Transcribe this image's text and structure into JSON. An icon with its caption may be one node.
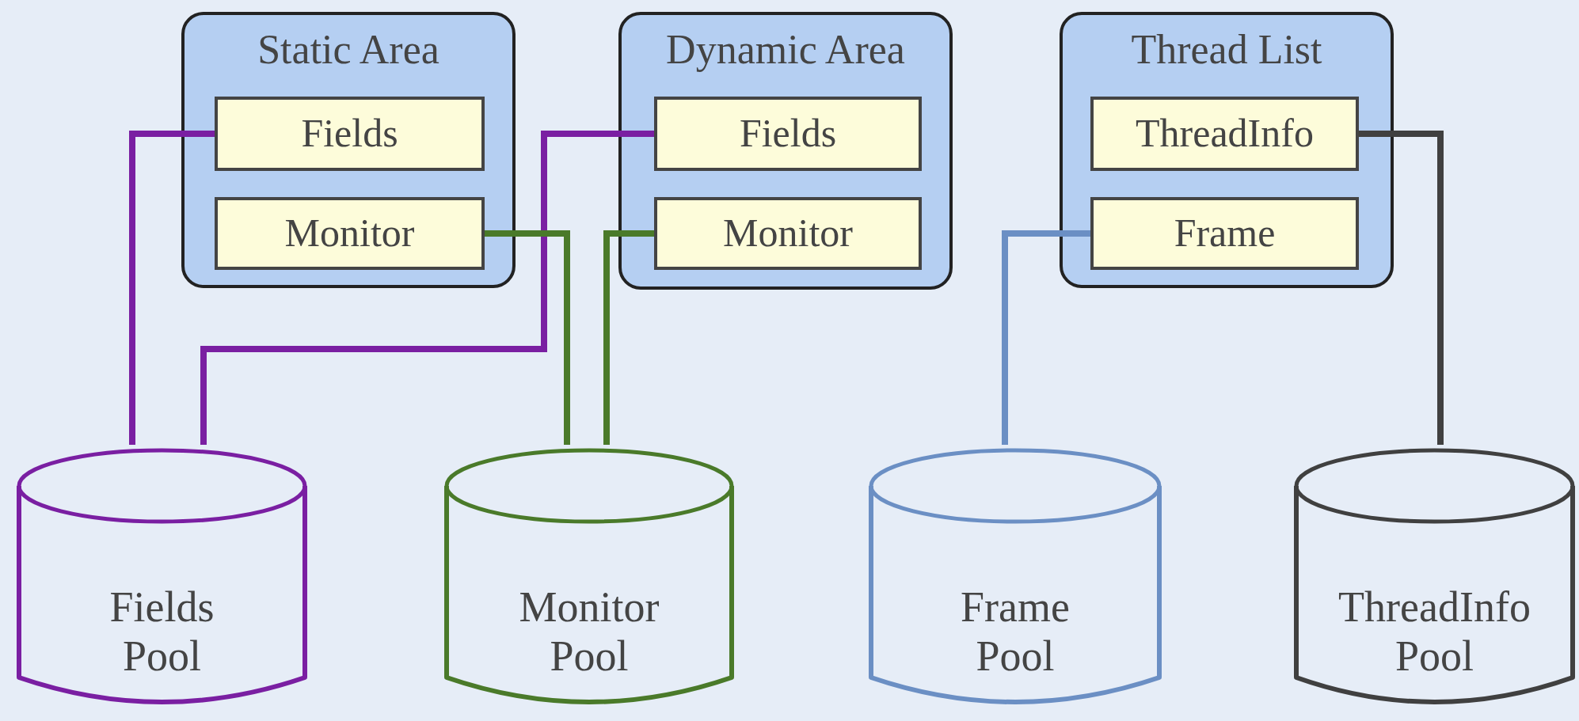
{
  "diagram": {
    "nodes": [
      {
        "text": [
          "Static Area"
        ]
      },
      {
        "text": [
          "Fields"
        ],
        "in": 0
      },
      {
        "text": [
          "Monitor"
        ],
        "in": 0
      },
      {
        "text": [
          "Dynamic Area"
        ]
      },
      {
        "text": [
          "Fields"
        ],
        "in": 3
      },
      {
        "text": [
          "Monitor"
        ],
        "in": 3
      },
      {
        "text": [
          "Thread List"
        ]
      },
      {
        "text": [
          "ThreadInfo"
        ],
        "in": 6
      },
      {
        "text": [
          "Frame"
        ],
        "in": 6
      },
      {
        "text": [
          "Fields Pool"
        ]
      },
      {
        "text": [
          "Monitor Pool"
        ]
      },
      {
        "text": [
          "Frame Pool"
        ]
      },
      {
        "text": [
          "ThreadInfo Pool"
        ]
      }
    ],
    "edges": [
      {
        "from": 9,
        "to": 1,
        "arrow": "none",
        "color": "#7a1fa2"
      },
      {
        "from": 9,
        "to": 4,
        "arrow": "none",
        "color": "#7a1fa2"
      },
      {
        "from": 10,
        "to": 2,
        "arrow": "none",
        "color": "#4a7a2a"
      },
      {
        "from": 10,
        "to": 5,
        "arrow": "none",
        "color": "#4a7a2a"
      },
      {
        "from": 11,
        "to": 8,
        "arrow": "none",
        "color": "#6b8fc4"
      },
      {
        "from": 12,
        "to": 7,
        "arrow": "none",
        "color": "#404040"
      }
    ]
  }
}
